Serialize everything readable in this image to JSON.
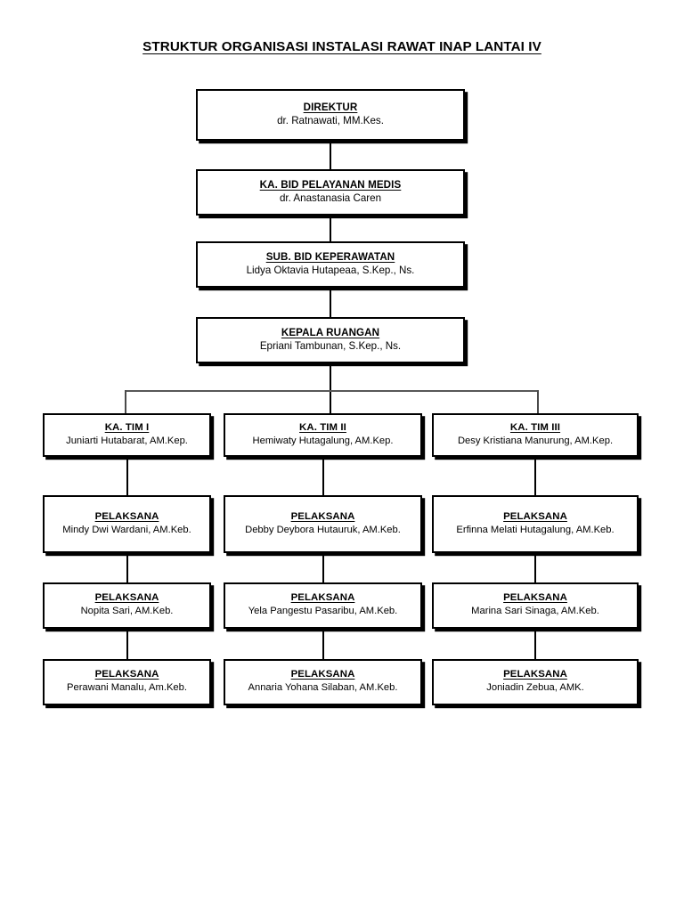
{
  "title": "STRUKTUR ORGANISASI INSTALASI RAWAT INAP LANTAI IV",
  "chain": [
    {
      "role": "DIREKTUR",
      "person": "dr. Ratnawati, MM.Kes."
    },
    {
      "role": "KA. BID PELAYANAN MEDIS",
      "person": "dr. Anastanasia Caren"
    },
    {
      "role": "SUB. BID KEPERAWATAN",
      "person": "Lidya Oktavia Hutapeaa, S.Kep., Ns."
    },
    {
      "role": "KEPALA RUANGAN",
      "person": "Epriani Tambunan, S.Kep., Ns."
    }
  ],
  "teams": [
    {
      "lead": {
        "role": "KA. TIM I",
        "person": "Juniarti Hutabarat, AM.Kep."
      },
      "staff": [
        {
          "role": "PELAKSANA",
          "person": "Mindy Dwi Wardani, AM.Keb."
        },
        {
          "role": "PELAKSANA",
          "person": "Nopita Sari, AM.Keb."
        },
        {
          "role": "PELAKSANA",
          "person": "Perawani Manalu, Am.Keb."
        }
      ]
    },
    {
      "lead": {
        "role": "KA. TIM II",
        "person": "Hemiwaty Hutagalung, AM.Kep."
      },
      "staff": [
        {
          "role": "PELAKSANA",
          "person": "Debby Deybora Hutauruk, AM.Keb."
        },
        {
          "role": "PELAKSANA",
          "person": "Yela Pangestu Pasaribu, AM.Keb."
        },
        {
          "role": "PELAKSANA",
          "person": "Annaria Yohana Silaban, AM.Keb."
        }
      ]
    },
    {
      "lead": {
        "role": "KA. TIM III",
        "person": "Desy Kristiana Manurung, AM.Kep."
      },
      "staff": [
        {
          "role": "PELAKSANA",
          "person": "Erfinna Melati Hutagalung, AM.Keb."
        },
        {
          "role": "PELAKSANA",
          "person": "Marina Sari Sinaga, AM.Keb."
        },
        {
          "role": "PELAKSANA",
          "person": "Joniadin Zebua, AMK."
        }
      ]
    }
  ],
  "colors": {
    "background": "#ffffff",
    "text": "#000000",
    "border": "#000000",
    "connector": "#4a4a4a"
  }
}
